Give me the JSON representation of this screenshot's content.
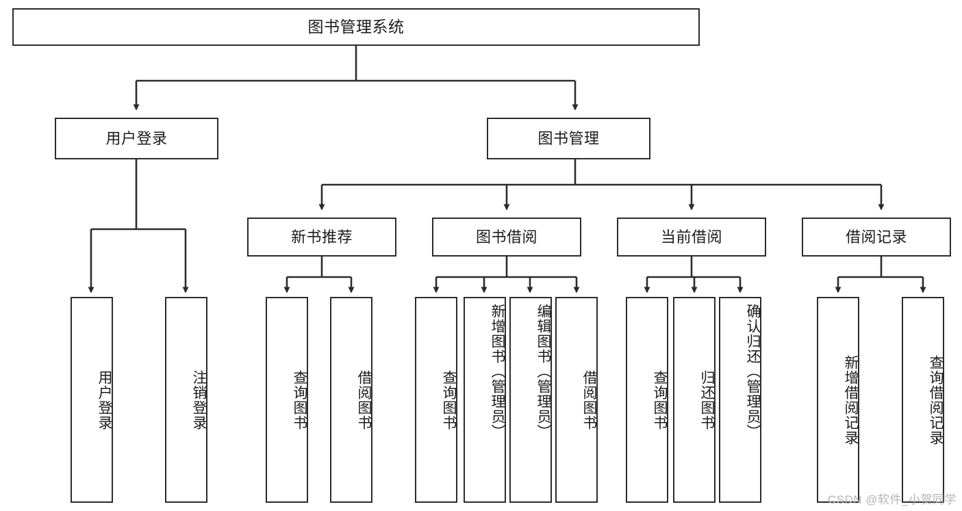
{
  "diagram": {
    "title": "图书管理系统",
    "type": "tree-hierarchy-chart",
    "watermark": "CSDN @软件_小贺同学",
    "colors": {
      "stroke": "#2b2b2b",
      "fill": "#ffffff",
      "text": "#1b1b1b",
      "watermark": "#b4b4b4"
    },
    "nodes": {
      "root": {
        "label": "图书管理系统"
      },
      "level1": [
        {
          "label": "用户登录"
        },
        {
          "label": "图书管理"
        }
      ],
      "level2": [
        {
          "label": "新书推荐"
        },
        {
          "label": "图书借阅"
        },
        {
          "label": "当前借阅"
        },
        {
          "label": "借阅记录"
        }
      ],
      "leaves": {
        "user_login": [
          {
            "label": "用户登录"
          },
          {
            "label": "注销登录"
          }
        ],
        "new_book_recommend": [
          {
            "label": "查询图书"
          },
          {
            "label": "借阅图书"
          }
        ],
        "book_borrow": [
          {
            "label": "查询图书"
          },
          {
            "label": "新增图书（管理员）"
          },
          {
            "label": "编辑图书（管理员）"
          },
          {
            "label": "借阅图书"
          }
        ],
        "current_borrow": [
          {
            "label": "查询图书"
          },
          {
            "label": "归还图书"
          },
          {
            "label": "确认归还（管理员）"
          }
        ],
        "borrow_record": [
          {
            "label": "新增借阅记录"
          },
          {
            "label": "查询借阅记录"
          }
        ]
      }
    }
  }
}
